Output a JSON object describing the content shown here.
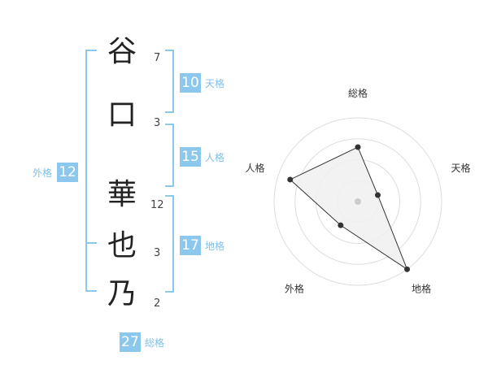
{
  "name": {
    "surname": [
      {
        "char": "谷",
        "strokes": "7"
      },
      {
        "char": "口",
        "strokes": "3"
      }
    ],
    "given": [
      {
        "char": "華",
        "strokes": "12"
      },
      {
        "char": "也",
        "strokes": "3"
      },
      {
        "char": "乃",
        "strokes": "2"
      }
    ]
  },
  "scores": {
    "tenkaku": {
      "label": "天格",
      "value": "10"
    },
    "jinkaku": {
      "label": "人格",
      "value": "15"
    },
    "chikaku": {
      "label": "地格",
      "value": "17"
    },
    "gaikaku": {
      "label": "外格",
      "value": "12"
    },
    "soukaku": {
      "label": "総格",
      "value": "27"
    }
  },
  "chart_data": {
    "type": "radar",
    "axes": [
      "総格",
      "天格",
      "地格",
      "外格",
      "人格"
    ],
    "values": [
      0.65,
      0.25,
      1.0,
      0.35,
      0.85
    ],
    "rings": 4,
    "colors": {
      "fill": "#f0f0f0",
      "line": "#333333",
      "point": "#333333",
      "ring": "#dddddd",
      "center": "#cccccc"
    }
  }
}
